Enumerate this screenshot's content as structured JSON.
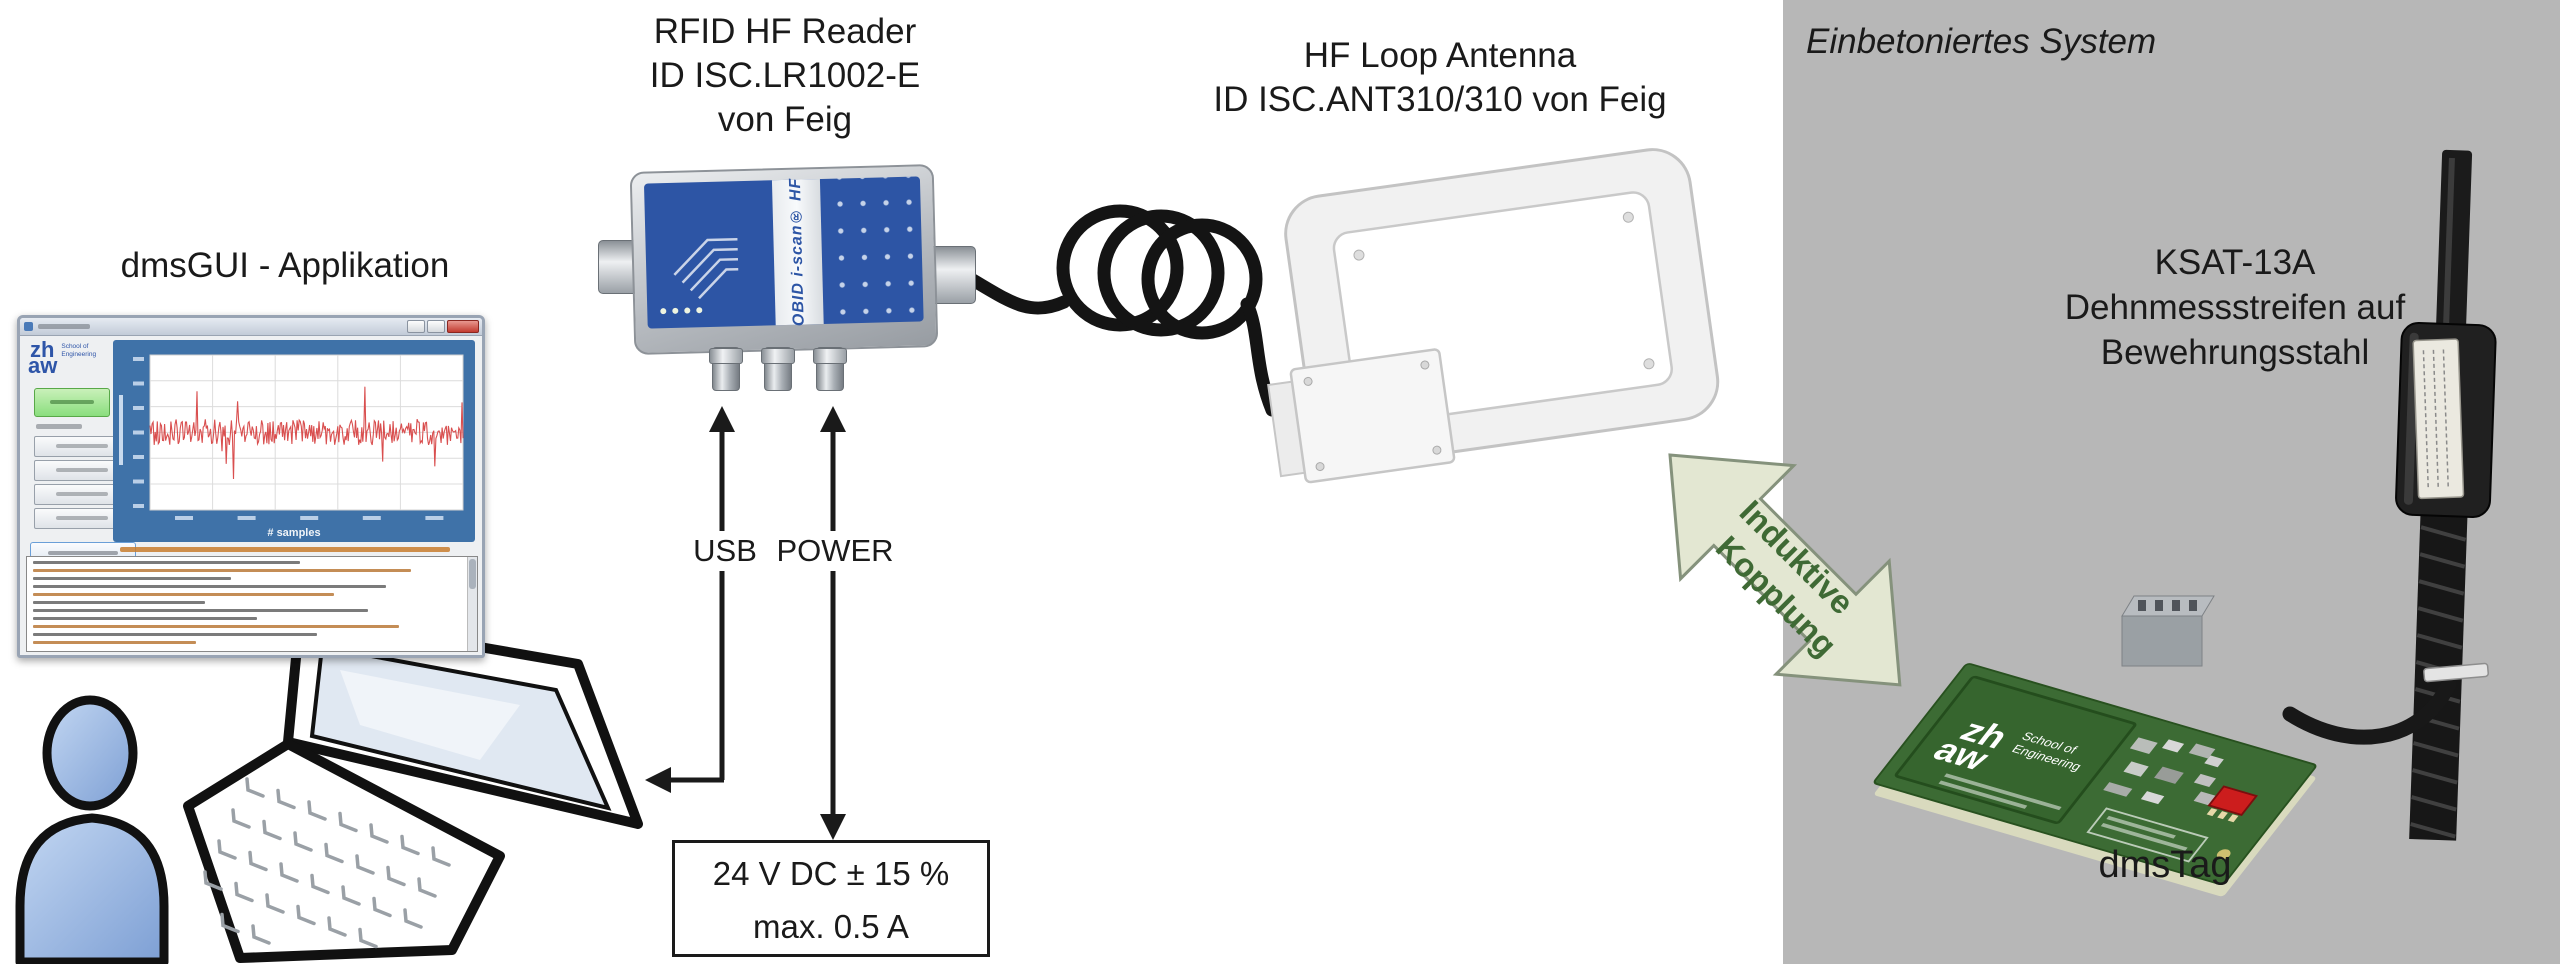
{
  "colors": {
    "panel_gray": "#b7b7b7",
    "reader_blue": "#2d55a5",
    "chart_blue": "#3f72a8",
    "signal_red": "#d94f4f",
    "pcb_green": "#3c6b34",
    "arrow_fill": "#e3e7d2",
    "arrow_stroke": "#85927c",
    "arrow_text": "#3f6a35",
    "button_green": "#8ade7e",
    "person_blue_light": "#c3d7f2",
    "person_blue_dark": "#7d9fd4"
  },
  "labels": {
    "gui": "dmsGUI - Applikation",
    "reader": [
      "RFID HF Reader",
      "ID ISC.LR1002-E",
      "von Feig"
    ],
    "antenna": [
      "HF Loop Antenna",
      "ID ISC.ANT310/310 von Feig"
    ],
    "embedded": "Einbetoniertes System",
    "ksat": [
      "KSAT-13A",
      "Dehnmessstreifen auf",
      "Bewehrungsstahl"
    ],
    "usb": "USB",
    "power": "POWER",
    "power_box": [
      "24 V DC ± 15 %",
      "max. 0.5 A"
    ],
    "coupling": [
      "Induktive",
      "Kopplung"
    ],
    "dmstag": "dmsTag"
  },
  "gui_window": {
    "logo_top": "zh",
    "logo_bottom": "aw",
    "logo_sub1": "School of",
    "logo_sub2": "Engineering",
    "chart_xlabel": "# samples"
  },
  "reader_device": {
    "stripe_text": "OBID i-scan® HF"
  },
  "pcb": {
    "logo_top": "zh",
    "logo_bottom": "aw",
    "logo_sub1": "School of",
    "logo_sub2": "Engineering"
  }
}
